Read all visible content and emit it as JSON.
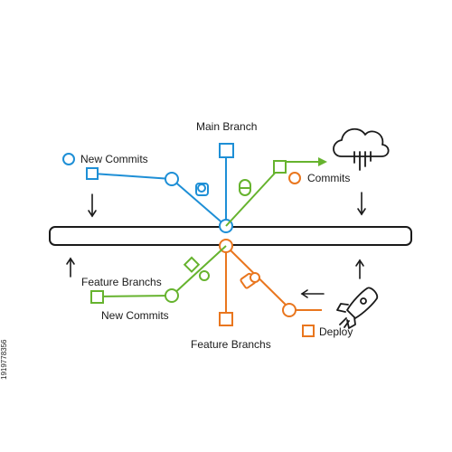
{
  "labels": {
    "main_branch": "Main Branch",
    "new_commits_top": "New Commits",
    "commits": "Commits",
    "feature_branchs_left": "Feature Branchs",
    "new_commits_bottom": "New Commits",
    "feature_branchs_bottom": "Feature Branchs",
    "deploy": "Deploy"
  },
  "stock_id": "1919778356",
  "icons": [
    "cloud-icon",
    "rocket-icon",
    "arrow-icon"
  ],
  "colors": {
    "blue": "#1e8fd6",
    "green": "#66b32e",
    "orange": "#e9761e",
    "outline": "#1a1a1a"
  }
}
